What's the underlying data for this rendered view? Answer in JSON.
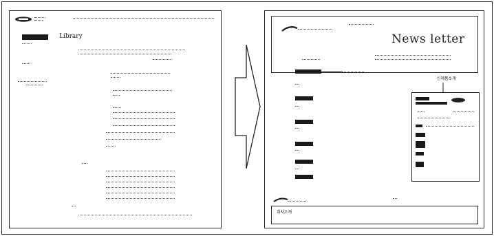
{
  "before_doc": {
    "section_title": "Library"
  },
  "after_doc": {
    "header_title": "News letter",
    "callout_label": "신제품소개",
    "footer_text": "회사소개"
  },
  "colors": {
    "border": "#222222",
    "block": "#1a1a1a",
    "background": "#ffffff"
  },
  "icons": {
    "transition": "arrow-right-icon"
  }
}
